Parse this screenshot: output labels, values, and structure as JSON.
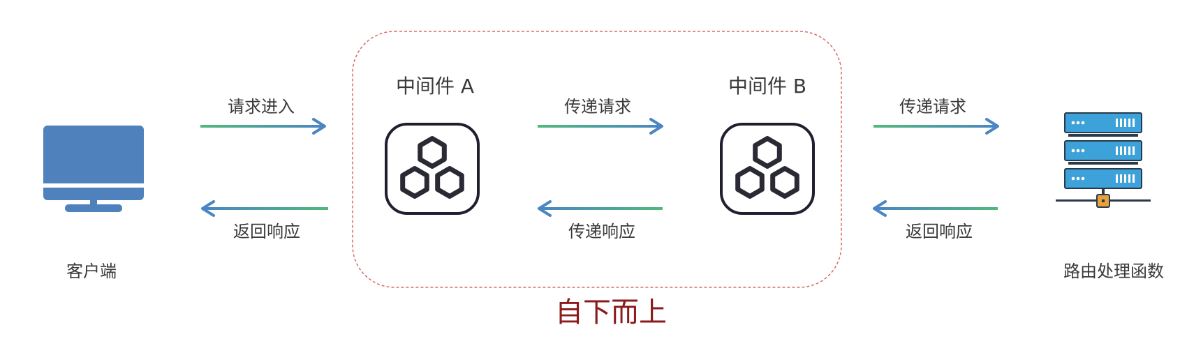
{
  "client": {
    "label": "客户端",
    "icon": "monitor-icon"
  },
  "router": {
    "label": "路由处理函数",
    "icon": "server-icon"
  },
  "middleware_a": {
    "title": "中间件 A",
    "icon": "hexagon-cluster-icon"
  },
  "middleware_b": {
    "title": "中间件 B",
    "icon": "hexagon-cluster-icon"
  },
  "flows": {
    "client_to_a": "请求进入",
    "a_to_client": "返回响应",
    "a_to_b": "传递请求",
    "b_to_a": "传递响应",
    "b_to_router": "传递请求",
    "router_to_b": "返回响应"
  },
  "footer": {
    "text": "自下而上"
  },
  "colors": {
    "arrow_blue": "#4a86c4",
    "arrow_green": "#4fba7a",
    "container_border": "#d96a6a",
    "footer_text": "#8b1a1a",
    "monitor": "#4f81bd",
    "server": "#3da2d9",
    "icon_dark": "#2a2a35"
  }
}
